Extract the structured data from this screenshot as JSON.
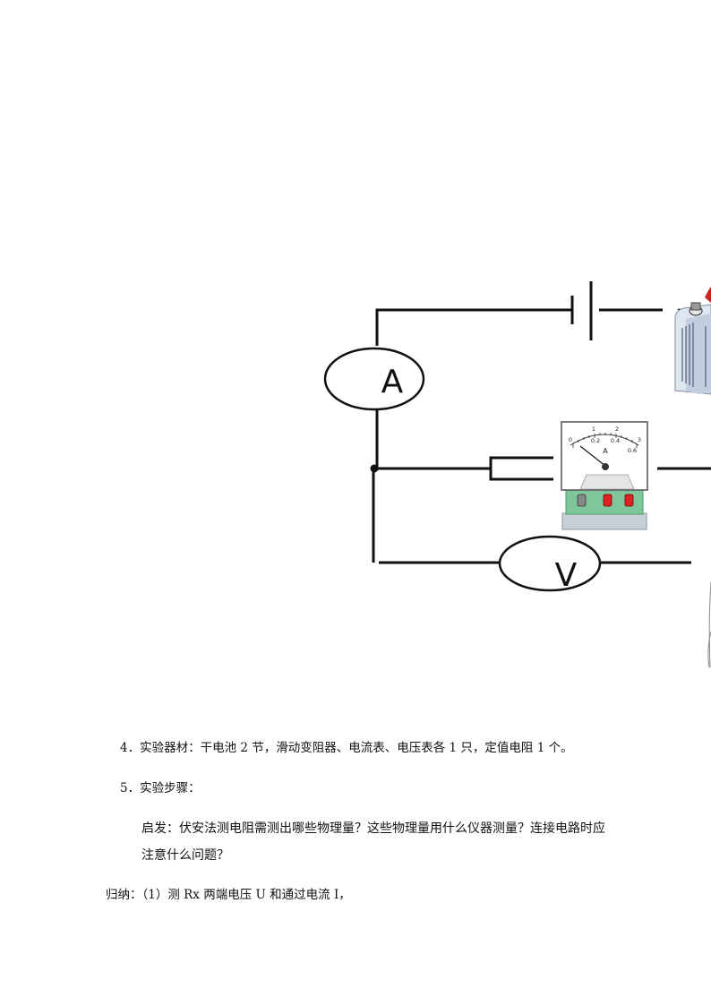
{
  "diagram": {
    "ammeter_symbol_label": "A",
    "voltmeter_symbol_label": "V",
    "battery_minus": "-",
    "ammeter_photo": {
      "unit_label": "A",
      "upper_scale": [
        "0",
        "1",
        "2",
        "3"
      ],
      "lower_scale": [
        "0.2",
        "0.4",
        "0.6"
      ]
    }
  },
  "text": {
    "item4": "4．实验器材：干电池 2 节，滑动变阻器、电流表、电压表各 1 只，定值电阻 1 个。",
    "item5": "5．实验步骤：",
    "hint_line1": "启发：伏安法测电阻需测出哪些物理量？这些物理量用什么仪器测量？连接电路时应",
    "hint_line2": "注意什么问题？",
    "summary": "归纳：（1）测 Rx 两端电压 U 和通过电流 I，"
  }
}
